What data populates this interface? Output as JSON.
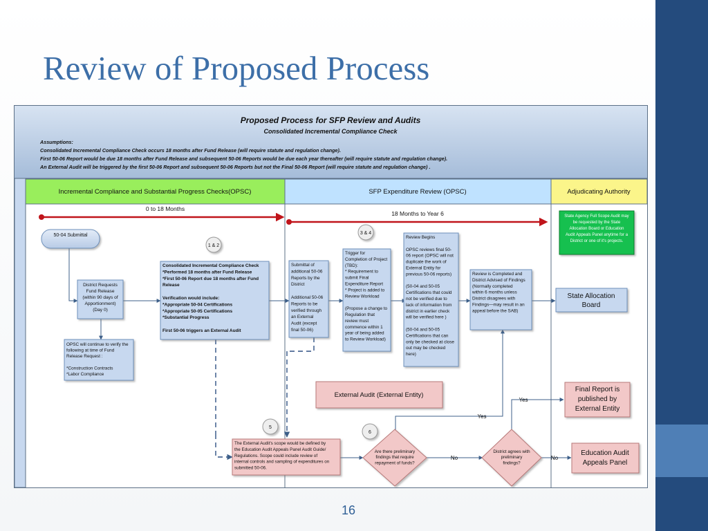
{
  "slide": {
    "title": "Review of Proposed Process",
    "page_number": "16"
  },
  "diagram": {
    "title": "Proposed Process for SFP Review and Audits",
    "subtitle": "Consolidated Incremental Compliance Check",
    "assumptions": [
      "Assumptions:",
      "Consolidated Incremental Compliance Check occurs 18 months after Fund Release (will require statute and regulation change).",
      "First 50-06 Report would be due 18 months after Fund Release and subsequent 50-06 Reports would be due each year thereafter (will require statute and regulation change).",
      "An External Audit will be triggered by the first 50-06 Report and subsequent 50-06 Reports but not the Final 50-06 Report (will require statute and regulation change) ."
    ],
    "lanes": [
      "Incremental Compliance  and Substantial Progress Checks(OPSC)",
      "SFP Expenditure Review (OPSC)",
      "Adjudicating Authority"
    ],
    "lane_colors": [
      "#99ee5c",
      "#bfe2ff",
      "#fbf58a"
    ],
    "timeline": [
      "0 to 18 Months",
      "18 Months to Year 6"
    ],
    "timeline_color": "#c0141a",
    "steps": {
      "submittal": "50-04 Submittal",
      "district_requests": [
        "District Requests",
        "Fund Release",
        "(within 90 days of",
        "Apportionment)",
        "(Day 0)"
      ],
      "opsc_verify": [
        "OPSC will continue to verify the",
        "following at time of Fund",
        "Release Request :",
        "",
        "*Construction Contracts",
        "*Labor Compliance"
      ],
      "consolidated_check": [
        "Consolidated Incremental Compliance Check",
        "*Performed 18 months after Fund Release",
        "*First 50-06 Report due 18 months after Fund",
        "Release",
        "",
        "Verification would include:",
        "*Appropriate 50-04 Certifications",
        "*Appropriate 50-05 Certifications",
        "*Substantial Progress",
        "",
        "First 50-06 triggers an External Audit"
      ],
      "submittal_additional": [
        "Submittal of",
        "additional 50-06",
        "Reports by the",
        "District",
        "",
        "Additional 50-06",
        "Reports to be",
        "verified through",
        "an External",
        "Audit (except",
        "final 50-06)"
      ],
      "trigger_completion": [
        "Trigger for",
        "Completion of Project",
        "(TBD):",
        "* Requirement to",
        "submit Final",
        "Expenditure Report",
        "* Project is added to",
        "Review Workload",
        "",
        "(Propose a change to",
        "Regulation that",
        "review must",
        "commence within 1",
        "year of being added",
        "to Review Workload)"
      ],
      "review_begins": [
        "Review Begins",
        "",
        "OPSC reviews final 50-",
        "06 report (OPSC will not",
        "duplicate the work of",
        "External Entity for",
        "previous 50-06 reports)",
        "",
        "(50-04 and 50-05",
        "Certifications that could",
        "not be verified due to",
        "lack of information from",
        "district in earlier check",
        "will be verified here )",
        "",
        "(50-04 and 50-05",
        "Certifications that can",
        "only be checked at close",
        "out may be checked",
        "here)"
      ],
      "review_completed": [
        "Review is Completed and",
        "District Advised of Findings",
        "(Normally completed",
        "within 6 months unless",
        "District disagrees with",
        "Findings—may result in an",
        "appeal before the SAB)"
      ],
      "state_agency": [
        "State Agency Full Scope Audit may",
        "be requested by the State",
        "Allocation Board or Education",
        "Audit Appeals Panel anytime for a",
        "District or one of it's projects."
      ],
      "state_allocation_board": [
        "State Allocation",
        "Board"
      ],
      "external_audit": "External Audit (External Entity)",
      "final_report": [
        "Final Report is",
        "published by",
        "External Entity"
      ],
      "external_scope": [
        "The External Audit's scope would be defined by",
        "the  Education Audit Appeals Panel Audit Guide/",
        "Regulations.  Scope could include review of",
        "internal controls and sampling of expenditures on",
        "submitted 50-06."
      ],
      "decision_repayment": [
        "Are there preliminary",
        "findings that require",
        "repayment of funds?"
      ],
      "decision_agrees": [
        "District agrees with",
        "preliminary",
        "findings?"
      ],
      "education_panel": [
        "Education Audit",
        "Appeals Panel"
      ]
    },
    "markers": [
      "1 & 2",
      "3 & 4",
      "5",
      "6"
    ],
    "edge_labels": {
      "yes_final": "Yes",
      "yes_loop": "Yes",
      "no_repayment": "No",
      "no_agrees": "No"
    }
  }
}
